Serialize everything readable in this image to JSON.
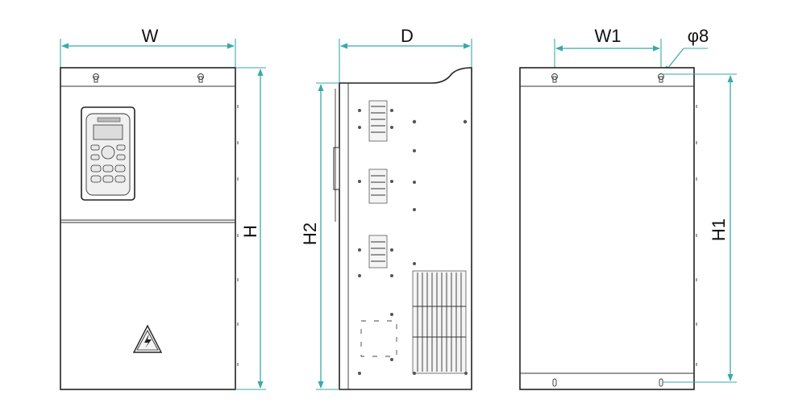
{
  "labels": {
    "width": "W",
    "height": "H",
    "depth": "D",
    "height2": "H2",
    "mount_width": "W1",
    "mount_height": "H1",
    "hole_diameter": "φ8"
  },
  "colors": {
    "dimension_line": "#39a9a9",
    "outline": "#222222",
    "background": "#ffffff"
  },
  "icons": {
    "warning": "high-voltage-warning-icon"
  }
}
